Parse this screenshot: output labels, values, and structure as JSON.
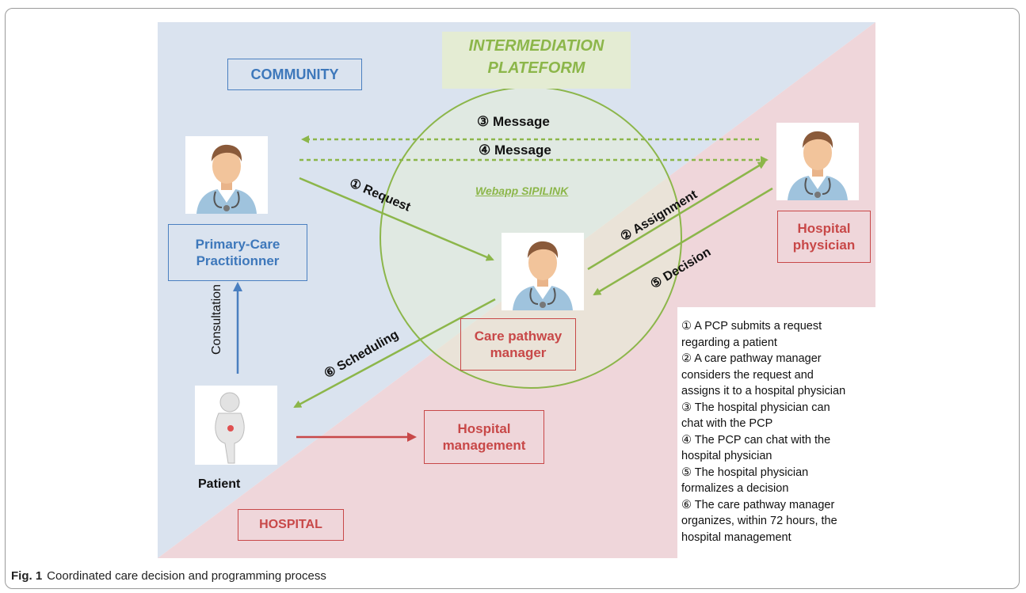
{
  "figure": {
    "caption_label": "Fig. 1",
    "caption_text": "Coordinated care decision and programming process"
  },
  "zones": {
    "community": "COMMUNITY",
    "hospital": "HOSPITAL",
    "platform_line1": "INTERMEDIATION",
    "platform_line2": "PLATEFORM",
    "webapp": "Webapp SIPILINK"
  },
  "actors": {
    "pcp_line1": "Primary-Care",
    "pcp_line2": "Practitionner",
    "hospital_physician_line1": "Hospital",
    "hospital_physician_line2": "physician",
    "care_manager_line1": "Care pathway",
    "care_manager_line2": "manager",
    "hospital_management_line1": "Hospital",
    "hospital_management_line2": "management",
    "patient": "Patient"
  },
  "flows": {
    "request": "① Request",
    "assignment": "② Assignment",
    "message3": "③ Message",
    "message4": "④ Message",
    "decision": "⑤ Decision",
    "scheduling": "⑥ Scheduling",
    "consultation": "Consultation"
  },
  "legend": [
    "① A PCP submits a request",
    "regarding a patient",
    "② A care pathway manager",
    "considers the request and",
    "assigns it to a hospital physician",
    "③ The hospital physician can",
    "chat with the PCP",
    "④ The PCP can chat with the",
    "hospital physician",
    "⑤ The hospital physician",
    "formalizes a decision",
    "⑥ The care pathway manager",
    "organizes, within 72 hours, the",
    "hospital management"
  ],
  "colors": {
    "community_bg": "#dae3ef",
    "hospital_bg": "#efd6da",
    "platform_green": "#8cb64a",
    "label_blue": "#3e78bb",
    "label_red": "#c84848",
    "arrow_blue": "#4a7fc0",
    "arrow_red": "#c84848"
  },
  "icons": [
    "doctor-icon",
    "patient-figure-icon"
  ]
}
